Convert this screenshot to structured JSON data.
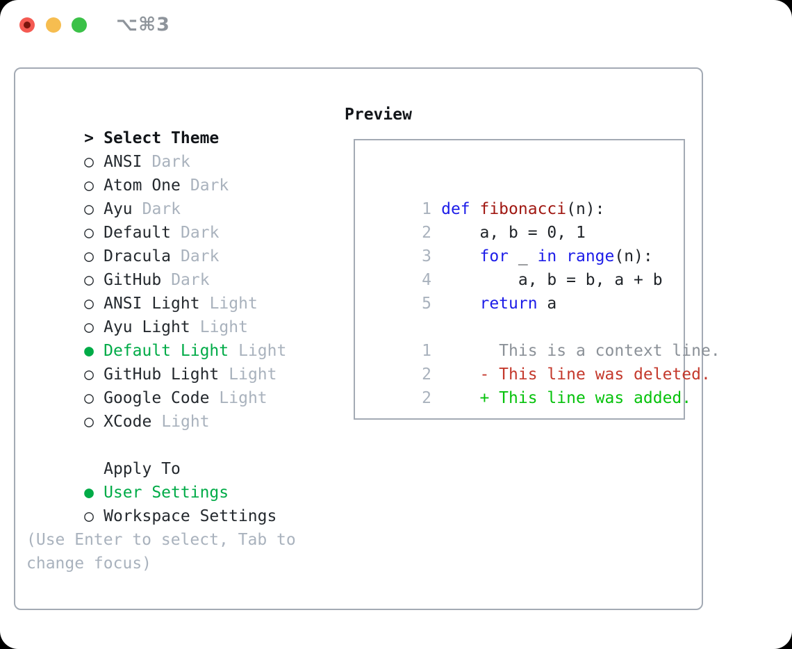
{
  "colors": {
    "page_behind": "#000000",
    "window_background": "#ffffff",
    "panel_border": "#a3aab4",
    "heading_text": "#121519",
    "item_text": "#24292e",
    "muted_text": "#a9b2bd",
    "selection_green": "#00ab47",
    "keyword_blue": "#1c1ce8",
    "function_red": "#a01812",
    "code_text": "#1f2328",
    "line_number": "#a9b2bd",
    "context_gray": "#8b9198",
    "deleted_red": "#c4392c",
    "added_green": "#06c20c",
    "traffic_close": "#f45a52",
    "traffic_close_dot": "#7a150c",
    "traffic_minimize": "#f6bd50",
    "traffic_zoom": "#3bc148",
    "shortcut_text": "#8e949b"
  },
  "titlebar": {
    "shortcut": "⌥⌘3"
  },
  "theme_picker": {
    "title_marker": ">",
    "title": "Select Theme",
    "items": [
      {
        "marker": "○",
        "name": "ANSI",
        "tag": "Dark",
        "selected": false,
        "color": "#24292e"
      },
      {
        "marker": "○",
        "name": "Atom One",
        "tag": "Dark",
        "selected": false,
        "color": "#24292e"
      },
      {
        "marker": "○",
        "name": "Ayu",
        "tag": "Dark",
        "selected": false,
        "color": "#24292e"
      },
      {
        "marker": "○",
        "name": "Default",
        "tag": "Dark",
        "selected": false,
        "color": "#24292e"
      },
      {
        "marker": "○",
        "name": "Dracula",
        "tag": "Dark",
        "selected": false,
        "color": "#24292e"
      },
      {
        "marker": "○",
        "name": "GitHub",
        "tag": "Dark",
        "selected": false,
        "color": "#24292e"
      },
      {
        "marker": "○",
        "name": "ANSI Light",
        "tag": "Light",
        "selected": false,
        "color": "#24292e"
      },
      {
        "marker": "○",
        "name": "Ayu Light",
        "tag": "Light",
        "selected": false,
        "color": "#24292e"
      },
      {
        "marker": "●",
        "name": "Default Light",
        "tag": "Light",
        "selected": true,
        "color": "#00ab47"
      },
      {
        "marker": "○",
        "name": "GitHub Light",
        "tag": "Light",
        "selected": false,
        "color": "#24292e"
      },
      {
        "marker": "○",
        "name": "Google Code",
        "tag": "Light",
        "selected": false,
        "color": "#24292e"
      },
      {
        "marker": "○",
        "name": "XCode",
        "tag": "Light",
        "selected": false,
        "color": "#24292e"
      }
    ]
  },
  "apply_to": {
    "title": "Apply To",
    "options": [
      {
        "marker": "●",
        "label": "User Settings",
        "selected": true,
        "color": "#00ab47"
      },
      {
        "marker": "○",
        "label": "Workspace Settings",
        "selected": false,
        "color": "#24292e"
      }
    ]
  },
  "help_text": "(Use Enter to select, Tab to change focus)",
  "preview": {
    "title": "Preview",
    "code_lines": [
      {
        "number": "1",
        "segments": [
          {
            "text": "def ",
            "color": "#1c1ce8"
          },
          {
            "text": "fibonacci",
            "color": "#a01812"
          },
          {
            "text": "(n):",
            "color": "#1f2328"
          }
        ]
      },
      {
        "number": "2",
        "segments": [
          {
            "text": "    a, b = 0, 1",
            "color": "#1f2328"
          }
        ]
      },
      {
        "number": "3",
        "segments": [
          {
            "text": "    ",
            "color": "#1f2328"
          },
          {
            "text": "for",
            "color": "#1c1ce8"
          },
          {
            "text": " _ ",
            "color": "#1f2328"
          },
          {
            "text": "in",
            "color": "#1c1ce8"
          },
          {
            "text": " ",
            "color": "#1f2328"
          },
          {
            "text": "range",
            "color": "#1c1ce8"
          },
          {
            "text": "(n):",
            "color": "#1f2328"
          }
        ]
      },
      {
        "number": "4",
        "segments": [
          {
            "text": "        a, b = b, a + b",
            "color": "#1f2328"
          }
        ]
      },
      {
        "number": "5",
        "segments": [
          {
            "text": "    ",
            "color": "#1f2328"
          },
          {
            "text": "return",
            "color": "#1c1ce8"
          },
          {
            "text": " a",
            "color": "#1f2328"
          }
        ]
      }
    ],
    "diff_lines": [
      {
        "number": "1",
        "segments": [
          {
            "text": "      This is a context line.",
            "color": "#8b9198"
          }
        ]
      },
      {
        "number": "2",
        "segments": [
          {
            "text": "    - This line was deleted.",
            "color": "#c4392c"
          }
        ]
      },
      {
        "number": "2",
        "segments": [
          {
            "text": "    + This line was added.",
            "color": "#06c20c"
          }
        ]
      }
    ]
  }
}
